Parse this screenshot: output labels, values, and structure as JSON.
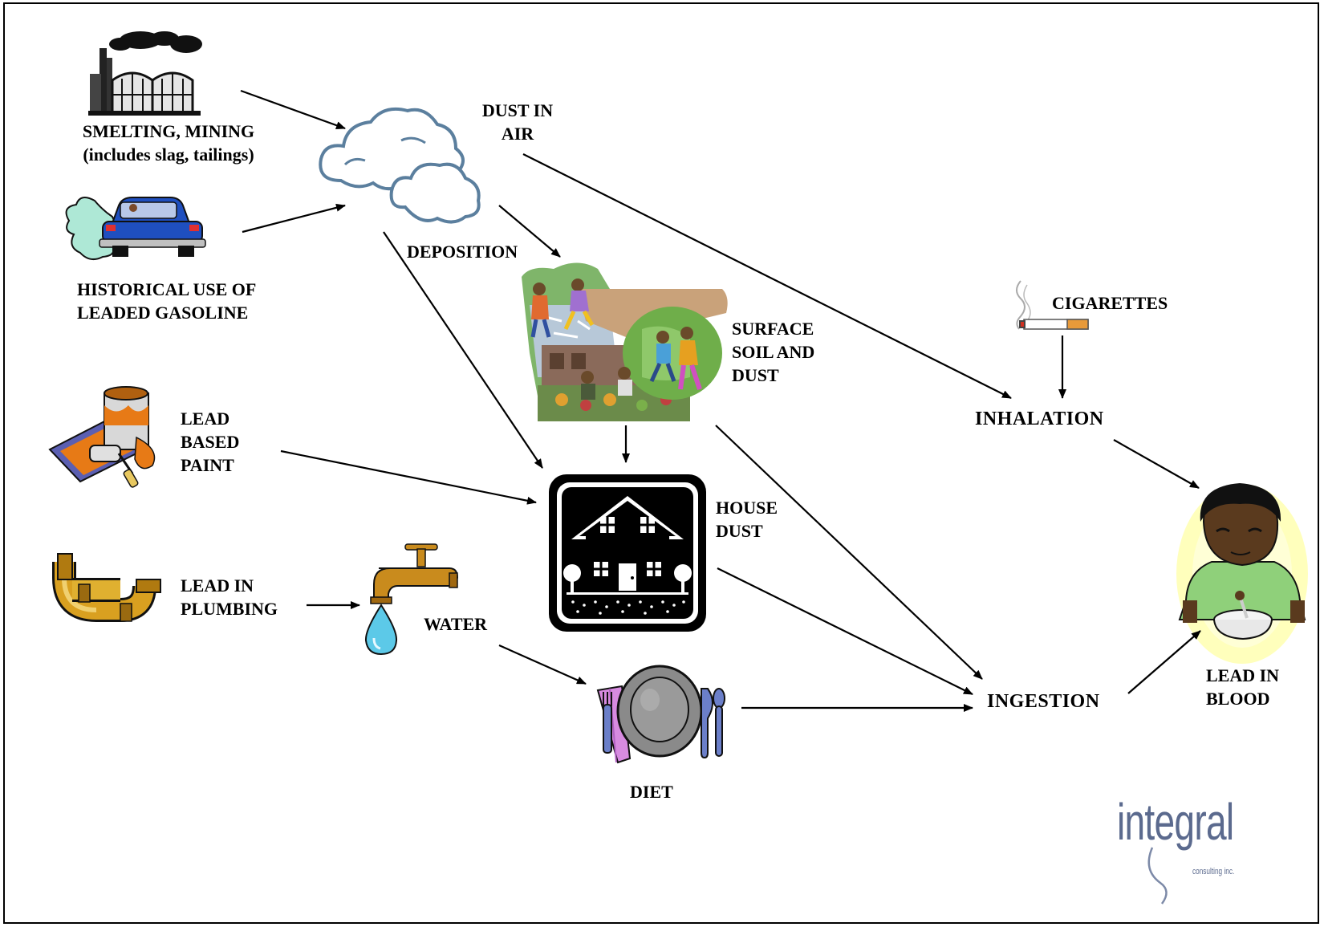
{
  "nodes": {
    "smelting": "SMELTING, MINING\n(includes slag, tailings)",
    "gasoline": "HISTORICAL USE OF\nLEADED GASOLINE",
    "dust_in_air": "DUST IN\nAIR",
    "deposition": "DEPOSITION",
    "surface_soil": "SURFACE\nSOIL AND\nDUST",
    "cigarettes": "CIGARETTES",
    "inhalation": "INHALATION",
    "paint": "LEAD\nBASED\nPAINT",
    "house_dust": "HOUSE\nDUST",
    "plumbing": "LEAD IN\nPLUMBING",
    "water": "WATER",
    "diet": "DIET",
    "ingestion": "INGESTION",
    "blood": "LEAD IN\nBLOOD"
  },
  "logo": {
    "word": "integral",
    "tagline": "consulting inc."
  },
  "colors": {
    "ink": "#000000",
    "cloud_outline": "#5b7f9e",
    "cloud_fill": "#ffffff",
    "car_body": "#1f4fbf",
    "exhaust": "#aee8d6",
    "paint_orange": "#e77a16",
    "paint_tray": "#5b5fb2",
    "pipe_gold": "#d9a020",
    "faucet_gold": "#c98b1d",
    "water_drop": "#5cc9e8",
    "plate_gray": "#8a8a8a",
    "napkin_pink": "#d78be0",
    "cutlery_blue": "#6b7fc9",
    "child_skin": "#5a3a1e",
    "child_shirt": "#8fd07a",
    "logo_blue": "#5b6a8e"
  }
}
